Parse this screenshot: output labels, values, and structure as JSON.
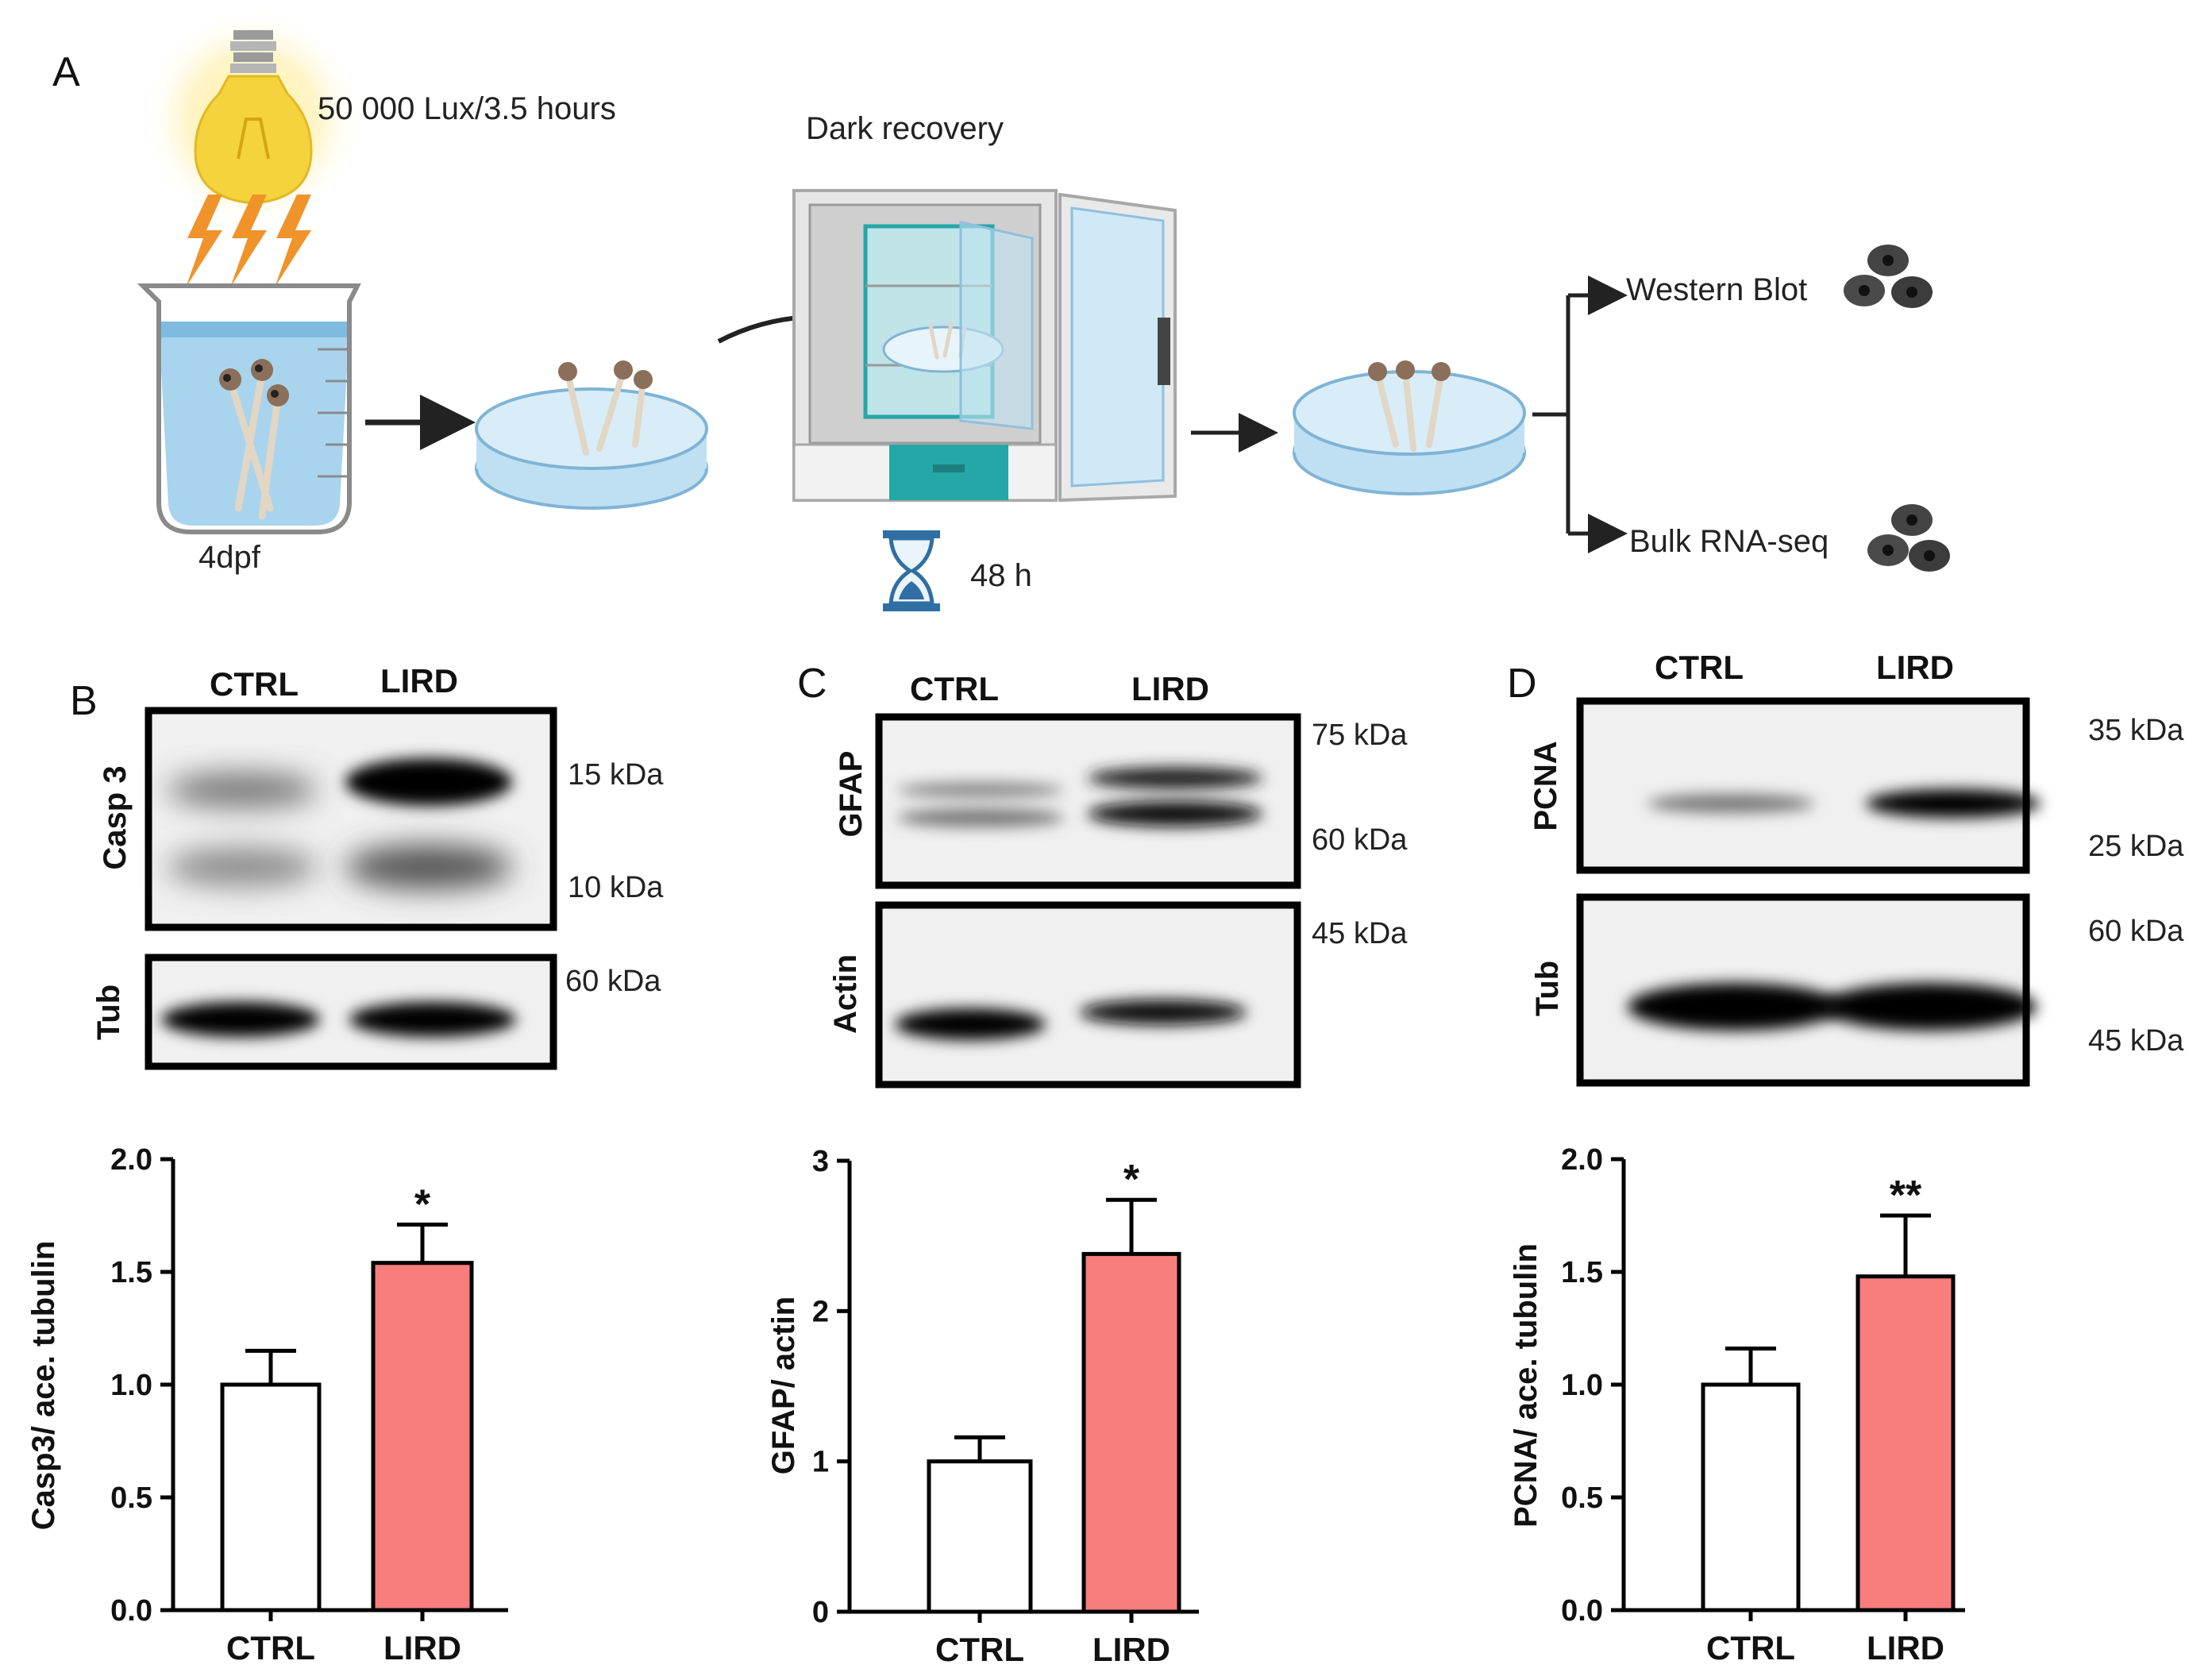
{
  "colors": {
    "ctrl": "#ffffff",
    "lird": "#f87d7d",
    "water": "#a9d4ee",
    "light": "#f5d33c",
    "bolt": "#f0932b",
    "incubator": "#d9d9d9",
    "teal": "#26a7a7",
    "hourglass": "#2f6fa3",
    "cell": "#3c3c3c"
  },
  "icons": [
    "light-bulb-icon",
    "lightning-icon",
    "beaker-icon",
    "petri-dish-icon",
    "incubator-icon",
    "hourglass-icon",
    "cells-icon",
    "arrow-icon"
  ],
  "panelA": {
    "label": "A",
    "light_text": "50 000 Lux/3.5 hours",
    "age_text": "4dpf",
    "dark_text": "Dark recovery",
    "time_text": "48 h",
    "out1": "Western Blot",
    "out2": "Bulk RNA-seq"
  },
  "panelB": {
    "label": "B",
    "lane1": "CTRL",
    "lane2": "LIRD",
    "blot1": "Casp 3",
    "blot2": "Tub",
    "kda1": "15 kDa",
    "kda2": "10 kDa",
    "kda3": "60 kDa"
  },
  "panelC": {
    "label": "C",
    "lane1": "CTRL",
    "lane2": "LIRD",
    "blot1": "GFAP",
    "blot2": "Actin",
    "kda1": "75 kDa",
    "kda2": "60 kDa",
    "kda3": "45 kDa"
  },
  "panelD": {
    "label": "D",
    "lane1": "CTRL",
    "lane2": "LIRD",
    "blot1": "PCNA",
    "blot2": "Tub",
    "kda1": "35 kDa",
    "kda2": "25 kDa",
    "kda3": "60 kDa",
    "kda4": "45 kDa"
  },
  "chart_data": [
    {
      "type": "bar",
      "categories": [
        "CTRL",
        "LIRD"
      ],
      "values": [
        1.0,
        1.54
      ],
      "errors": [
        0.15,
        0.17
      ],
      "significance": [
        "",
        "*"
      ],
      "ylabel": "Casp3/ ace. tubulin",
      "ylim": [
        0,
        2.0
      ],
      "yticks": [
        "0.0",
        "0.5",
        "1.0",
        "1.5",
        "2.0"
      ],
      "colors": [
        "#ffffff",
        "#f87d7d"
      ]
    },
    {
      "type": "bar",
      "categories": [
        "CTRL",
        "LIRD"
      ],
      "values": [
        1.0,
        2.38
      ],
      "errors": [
        0.16,
        0.36
      ],
      "significance": [
        "",
        "*"
      ],
      "ylabel": "GFAP/ actin",
      "ylim": [
        0,
        3
      ],
      "yticks": [
        "0",
        "1",
        "2",
        "3"
      ],
      "colors": [
        "#ffffff",
        "#f87d7d"
      ]
    },
    {
      "type": "bar",
      "categories": [
        "CTRL",
        "LIRD"
      ],
      "values": [
        1.0,
        1.48
      ],
      "errors": [
        0.16,
        0.27
      ],
      "significance": [
        "",
        "**"
      ],
      "ylabel": "PCNA/ ace. tubulin",
      "ylim": [
        0,
        2.0
      ],
      "yticks": [
        "0.0",
        "0.5",
        "1.0",
        "1.5",
        "2.0"
      ],
      "colors": [
        "#ffffff",
        "#f87d7d"
      ]
    }
  ]
}
